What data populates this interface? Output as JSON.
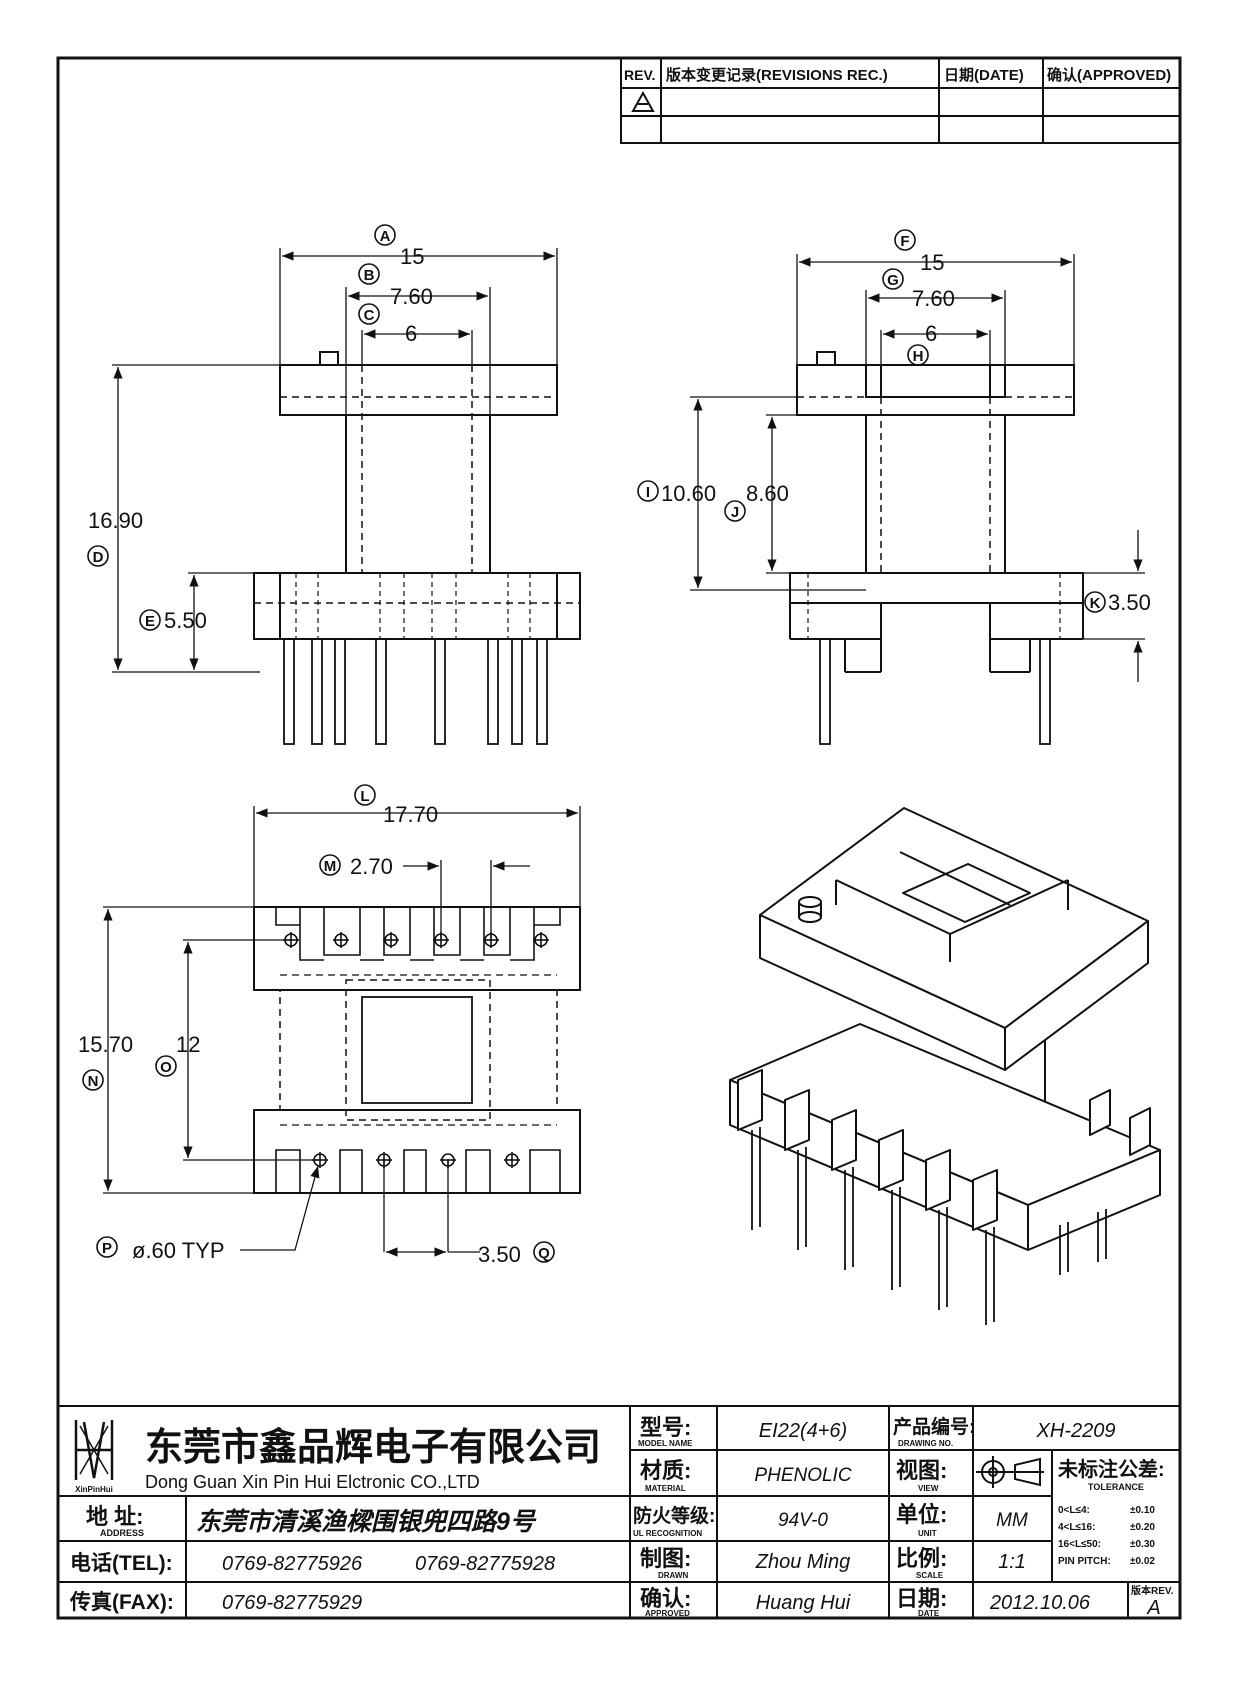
{
  "revision_block": {
    "headers": {
      "rev": "REV.",
      "record": "版本变更记录(REVISIONS REC.)",
      "date": "日期(DATE)",
      "approved": "确认(APPROVED)"
    }
  },
  "front_view": {
    "A": {
      "letter": "A",
      "value": "15"
    },
    "B": {
      "letter": "B",
      "value": "7.60"
    },
    "C": {
      "letter": "C",
      "value": "6"
    },
    "D": {
      "letter": "D",
      "value": "16.90"
    },
    "E": {
      "letter": "E",
      "value": "5.50"
    }
  },
  "side_view": {
    "F": {
      "letter": "F",
      "value": "15"
    },
    "G": {
      "letter": "G",
      "value": "7.60"
    },
    "H": {
      "letter": "H",
      "value": "6"
    },
    "I": {
      "letter": "I",
      "value": "10.60"
    },
    "J": {
      "letter": "J",
      "value": "8.60"
    },
    "K": {
      "letter": "K",
      "value": "3.50"
    }
  },
  "bottom_view": {
    "L": {
      "letter": "L",
      "value": "17.70"
    },
    "M": {
      "letter": "M",
      "value": "2.70"
    },
    "N": {
      "letter": "N",
      "value": "15.70"
    },
    "O": {
      "letter": "O",
      "value": "12"
    },
    "P": {
      "letter": "P",
      "value": "ø.60 TYP"
    },
    "Q": {
      "letter": "Q",
      "value": "3.50"
    }
  },
  "title_block": {
    "company_cn": "东莞市鑫品辉电子有限公司",
    "company_en": "Dong Guan Xin Pin Hui Elctronic CO.,LTD",
    "logo_caption": "XinPinHui",
    "address_label": "地  址:",
    "address_label_en": "ADDRESS",
    "address": "东莞市清溪渔樑围银兜四路9号",
    "tel_label": "电话(TEL):",
    "tel1": "0769-82775926",
    "tel2": "0769-82775928",
    "fax_label": "传真(FAX):",
    "fax": "0769-82775929",
    "model_label": "型号:",
    "model_label_en": "MODEL NAME",
    "model": "EI22(4+6)",
    "material_label": "材质:",
    "material_label_en": "MATERIAL",
    "material": "PHENOLIC",
    "flame_label": "防火等级:",
    "flame_label_en": "UL RECOGNITION",
    "flame": "94V-0",
    "drawn_label": "制图:",
    "drawn_label_en": "DRAWN",
    "drawn": "Zhou Ming",
    "approved_label": "确认:",
    "approved_label_en": "APPROVED",
    "approved": "Huang Hui",
    "drawing_no_label": "产品编号:",
    "drawing_no_label_en": "DRAWING NO.",
    "drawing_no": "XH-2209",
    "view_label": "视图:",
    "view_label_en": "VIEW",
    "unit_label": "单位:",
    "unit_label_en": "UNIT",
    "unit": "MM",
    "scale_label": "比例:",
    "scale_label_en": "SCALE",
    "scale": "1:1",
    "date_label": "日期:",
    "date_label_en": "DATE",
    "date": "2012.10.06",
    "tolerance_label": "未标注公差:",
    "tolerance_label_en": "TOLERANCE",
    "tolerance_rows": [
      {
        "range": "0<L≤4:",
        "tol": "±0.10"
      },
      {
        "range": "4<L≤16:",
        "tol": "±0.20"
      },
      {
        "range": "16<L≤50:",
        "tol": "±0.30"
      },
      {
        "range": "PIN PITCH:",
        "tol": "±0.02"
      }
    ],
    "rev_label": "版本REV.",
    "rev_value": "A"
  }
}
